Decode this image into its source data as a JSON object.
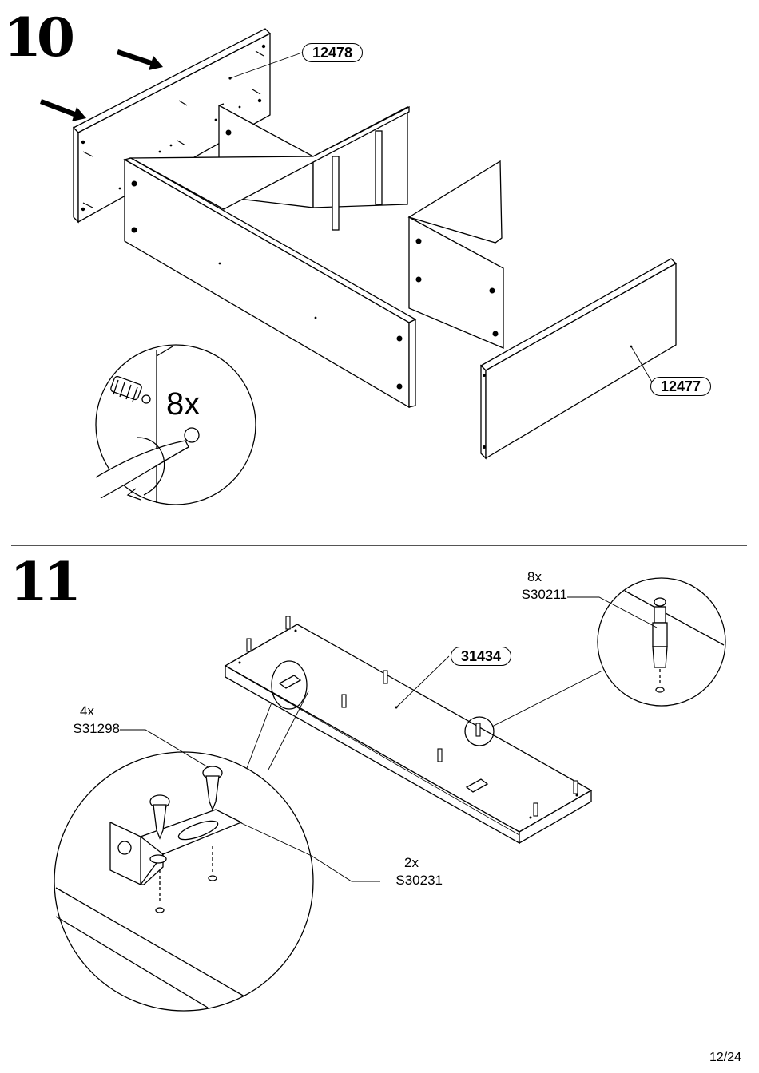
{
  "steps": [
    {
      "number": "10",
      "multiplier": "8x",
      "parts": [
        "12478",
        "12477"
      ]
    },
    {
      "number": "11",
      "parts": [
        "31434"
      ],
      "hardware": [
        {
          "qty": "8x",
          "code": "S30211"
        },
        {
          "qty": "4x",
          "code": "S31298"
        },
        {
          "qty": "2x",
          "code": "S30231"
        }
      ]
    }
  ],
  "page": "12/24"
}
